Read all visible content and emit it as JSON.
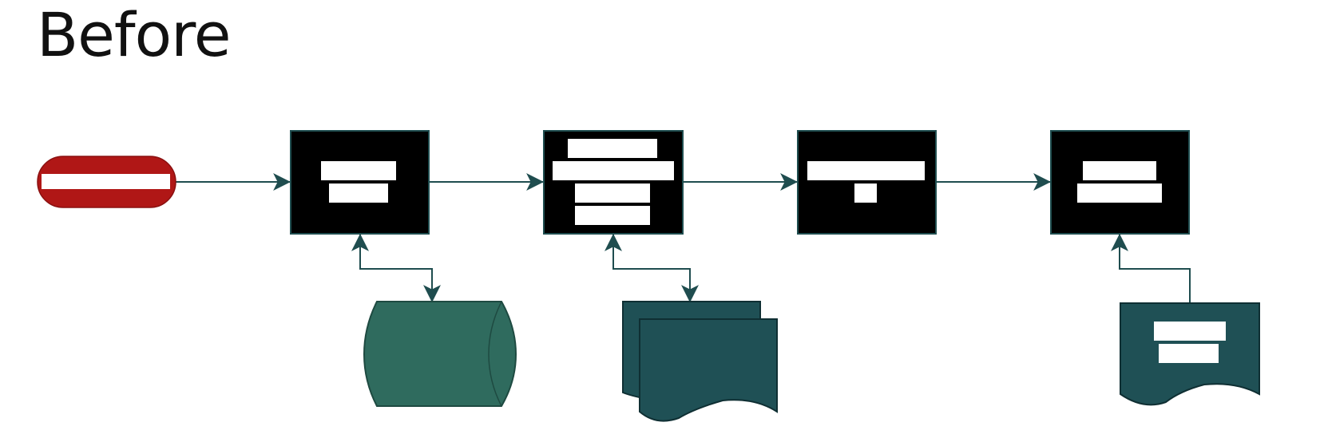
{
  "title": "Before",
  "colors": {
    "connector": "#1f4d4f",
    "process_fill": "#000000",
    "process_border": "#1f4d4f",
    "terminator_fill": "#b01716",
    "database_fill": "#2f6b5e",
    "document_fill": "#1f5055",
    "redaction": "#ffffff"
  },
  "nodes": [
    {
      "id": "start",
      "shape": "terminator"
    },
    {
      "id": "process-1",
      "shape": "process"
    },
    {
      "id": "process-2",
      "shape": "process"
    },
    {
      "id": "process-3",
      "shape": "process"
    },
    {
      "id": "process-4",
      "shape": "process"
    },
    {
      "id": "database",
      "shape": "database"
    },
    {
      "id": "multi-document",
      "shape": "multi-document"
    },
    {
      "id": "document",
      "shape": "document"
    }
  ],
  "edges": [
    {
      "from": "start",
      "to": "process-1"
    },
    {
      "from": "process-1",
      "to": "process-2"
    },
    {
      "from": "process-2",
      "to": "process-3"
    },
    {
      "from": "process-3",
      "to": "process-4"
    },
    {
      "from": "process-1",
      "to": "database",
      "bidirectional": true
    },
    {
      "from": "process-2",
      "to": "multi-document",
      "bidirectional": true
    },
    {
      "from": "document",
      "to": "process-4"
    }
  ]
}
